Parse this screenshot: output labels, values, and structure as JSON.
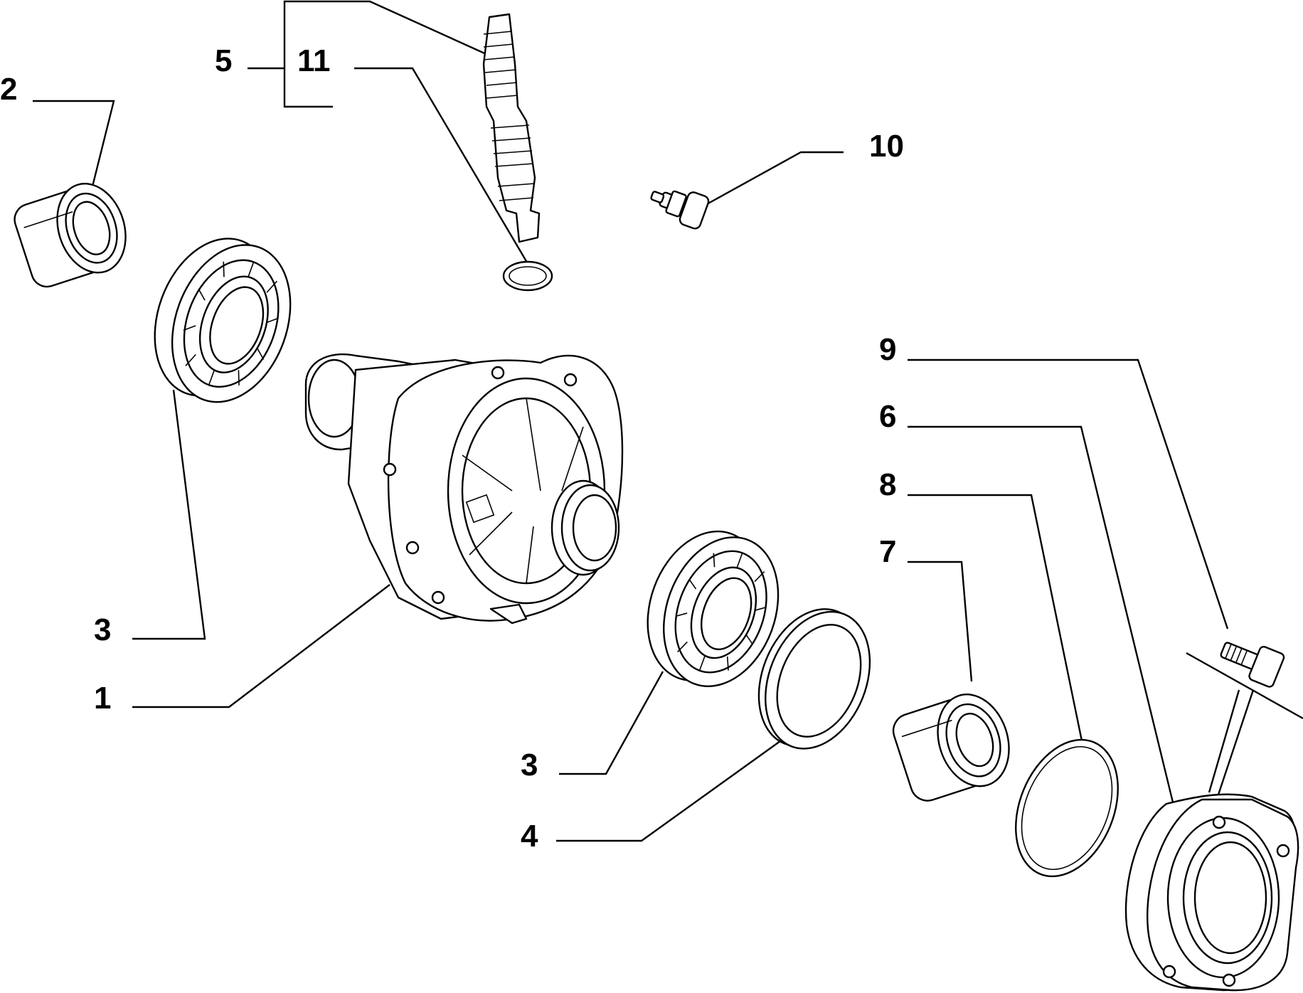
{
  "callouts": {
    "c1": "1",
    "c2": "2",
    "c3a": "3",
    "c3b": "3",
    "c4": "4",
    "c5": "5",
    "c6": "6",
    "c7": "7",
    "c8": "8",
    "c9": "9",
    "c10": "10",
    "c11": "11"
  }
}
